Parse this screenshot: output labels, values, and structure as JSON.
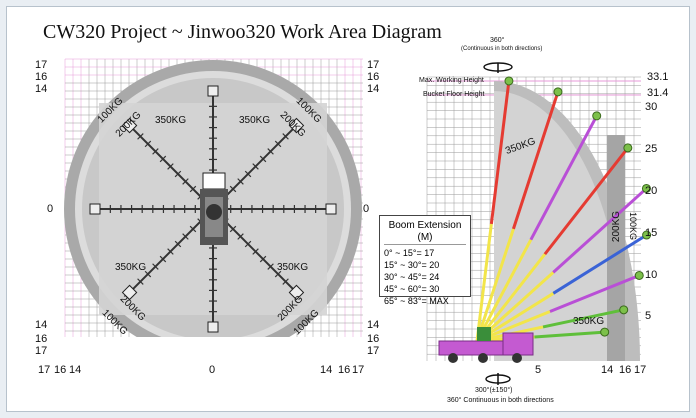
{
  "title": "CW320 Project ~ Jinwoo320 Work Area Diagram",
  "top_view": {
    "axis_left": [
      "17",
      "16",
      "14"
    ],
    "axis_bottom": [
      "17",
      "16",
      "14",
      "0",
      "14",
      "16",
      "17"
    ],
    "axis_side_zero": "0",
    "bottom_rows": [
      "14",
      "16",
      "17"
    ],
    "top_rows": [
      "17",
      "16",
      "14"
    ],
    "loads": {
      "inner": "350KG",
      "mid": "200KG",
      "outer": "100KG"
    }
  },
  "side_view": {
    "rotation_top": "360°",
    "rotation_top_sub": "(Continuous in both directions)",
    "max_working_height_label": "Max. Working Height",
    "bucket_floor_height_label": "Bucket Floor Height",
    "max_working_height": "33.1",
    "bucket_floor_height": "31.4",
    "height_ticks": [
      "30",
      "25",
      "20",
      "15",
      "10",
      "5"
    ],
    "bottom_ticks": [
      "5",
      "14",
      "16",
      "17"
    ],
    "loads": {
      "inner": "350KG",
      "mid": "200KG",
      "outer": "100KG",
      "bottom": "350KG"
    },
    "rotation_bottom": "300°(±150°)",
    "rotation_bottom_sub": "360° Continuous in both directions"
  },
  "legend": {
    "title": "Boom Extension (M)",
    "rows": [
      "0° ~ 15°= 17",
      "15° ~ 30°= 20",
      "30° ~ 45°= 24",
      "45° ~ 60°= 30",
      "65° ~ 83°= MAX"
    ]
  },
  "colors": {
    "grid": "#9a9a9a",
    "grid_pink": "#e79ad8",
    "outer_ring": "#a9a9a9",
    "inner_disc": "#d5d5d5",
    "boom_red": "#e53b32",
    "boom_purple": "#b94fd6",
    "boom_blue": "#3a63d6",
    "boom_yellow": "#f2e54a",
    "boom_green": "#5fbf3a",
    "truck": "#c45ad1"
  }
}
